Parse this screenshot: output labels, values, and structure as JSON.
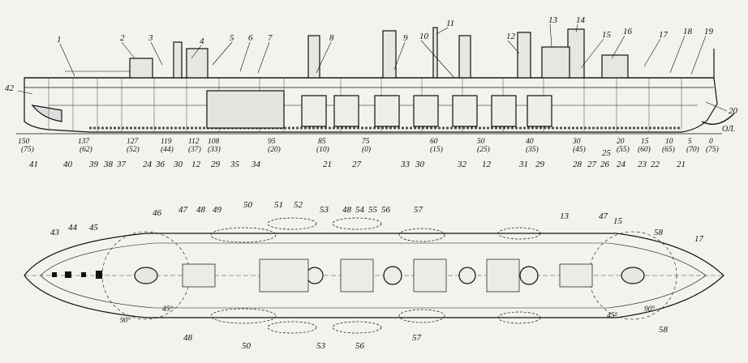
{
  "colors": {
    "ink": "#111111",
    "paper": "#f4f2ee",
    "hatch": "#555555"
  },
  "side_callouts_top": [
    "1",
    "2",
    "3",
    "4",
    "5",
    "6",
    "7",
    "8",
    "9",
    "10",
    "11",
    "12",
    "13",
    "14",
    "15",
    "16",
    "17",
    "18",
    "19",
    "42",
    "20"
  ],
  "side_callouts_bottom": [
    "41",
    "40",
    "39",
    "38",
    "37",
    "24",
    "36",
    "30",
    "12",
    "29",
    "35",
    "34",
    "21",
    "27",
    "33",
    "30",
    "32",
    "12",
    "31",
    "29",
    "28",
    "27",
    "26",
    "25",
    "24",
    "23",
    "22",
    "21"
  ],
  "stations": [
    {
      "num": "150",
      "sub": "(75)"
    },
    {
      "num": "137",
      "sub": "(62)"
    },
    {
      "num": "127",
      "sub": "(52)"
    },
    {
      "num": "119",
      "sub": "(44)"
    },
    {
      "num": "112",
      "sub": "(37)"
    },
    {
      "num": "108",
      "sub": "(33)"
    },
    {
      "num": "95",
      "sub": "(20)"
    },
    {
      "num": "85",
      "sub": "(10)"
    },
    {
      "num": "75",
      "sub": "(0)"
    },
    {
      "num": "60",
      "sub": "(15)"
    },
    {
      "num": "50",
      "sub": "(25)"
    },
    {
      "num": "40",
      "sub": "(35)"
    },
    {
      "num": "30",
      "sub": "(45)"
    },
    {
      "num": "20",
      "sub": "(55)"
    },
    {
      "num": "15",
      "sub": "(60)"
    },
    {
      "num": "10",
      "sub": "(65)"
    },
    {
      "num": "5",
      "sub": "(70)"
    },
    {
      "num": "0",
      "sub": "(75)"
    }
  ],
  "waterline_label": "ОЛ.",
  "plan_callouts_top": [
    "43",
    "44",
    "45",
    "46",
    "47",
    "48",
    "49",
    "50",
    "51",
    "52",
    "53",
    "48",
    "54",
    "55",
    "56",
    "57",
    "13",
    "47",
    "15",
    "58",
    "17"
  ],
  "plan_callouts_bottom": [
    "48",
    "50",
    "53",
    "56",
    "57",
    "58"
  ],
  "plan_angles": [
    "45°",
    "90°",
    "45°",
    "90°"
  ]
}
